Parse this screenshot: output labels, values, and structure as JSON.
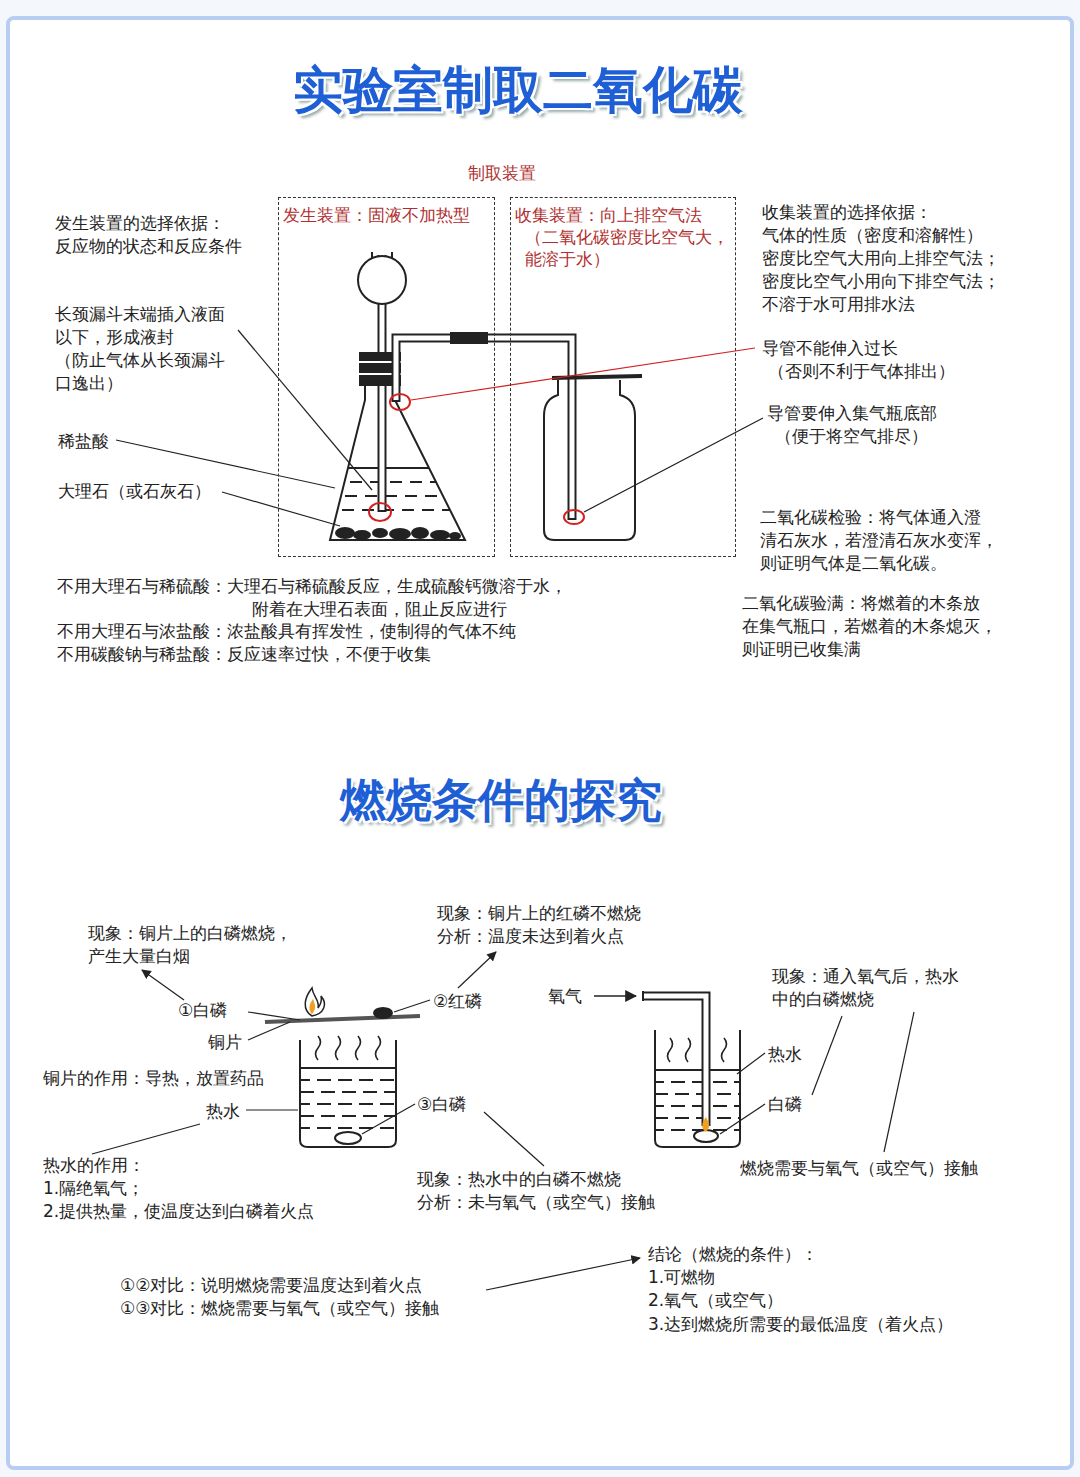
{
  "diagram": {
    "title": "实验室制取二氧化碳",
    "nodes": [
      {
        "text": [
          "发生装置：固液不加热型"
        ]
      },
      {
        "text": [
          "收集装置：向上排空气法",
          "（二氧化碳密度比空气大，能溶于水）"
        ]
      }
    ],
    "labels": [
      "制取装置",
      "发生装置的选择依据：",
      "反应物的状态和反应条件",
      "长颈漏斗末端插入液面",
      "以下，形成液封",
      "（防止气体从长颈漏斗",
      "口逸出）",
      "稀盐酸",
      "大理石（或石灰石）",
      "收集装置的选择依据：",
      "气体的性质（密度和溶解性）",
      "密度比空气大用向上排空气法；",
      "密度比空气小用向下排空气法；",
      "不溶于水可用排水法",
      "导管不能伸入过长",
      "（否则不利于气体排出）",
      "导管要伸入集气瓶底部",
      "（便于将空气排尽）",
      "二氧化碳检验：将气体通入澄",
      "清石灰水，若澄清石灰水变浑，",
      "则证明气体是二氧化碳。",
      "二氧化碳验满：将燃着的木条放",
      "在集气瓶口，若燃着的木条熄灭，",
      "则证明已收集满",
      "不用大理石与稀硫酸：大理石与稀硫酸反应，生成硫酸钙微溶于水，",
      "附着在大理石表面，阻止反应进行",
      "不用大理石与浓盐酸：浓盐酸具有挥发性，使制得的气体不纯",
      "不用碳酸钠与稀盐酸：反应速率过快，不便于收集",
      "燃烧条件的探究",
      "现象：铜片上的白磷燃烧，",
      "产生大量白烟",
      "①白磷",
      "铜片",
      "铜片的作用：导热，放置药品",
      "热水",
      "热水的作用：",
      "1.隔绝氧气；",
      "2.提供热量，使温度达到白磷着火点",
      "现象：铜片上的红磷不燃烧",
      "分析：温度未达到着火点",
      "②红磷",
      "③白磷",
      "现象：热水中的白磷不燃烧",
      "分析：未与氧气（或空气）接触",
      "氧气",
      "现象：通入氧气后，热水",
      "中的白磷燃烧",
      "热水",
      "白磷",
      "燃烧需要与氧气（或空气）接触",
      "①②对比：说明燃烧需要温度达到着火点",
      "①③对比：燃烧需要与氧气（或空气）接触",
      "结论（燃烧的条件）：",
      "1.可燃物",
      "2.氧气（或空气）",
      "3.达到燃烧所需要的最低温度（着火点）"
    ]
  }
}
